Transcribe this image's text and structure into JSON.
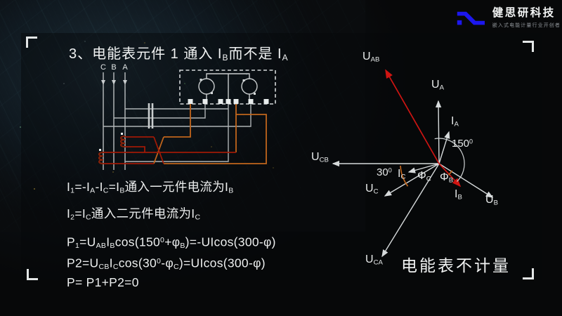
{
  "logo": {
    "name": "健思研科技",
    "tagline": "嵌入式电能计量行业开创者"
  },
  "slide": {
    "title_segments": [
      {
        "t": "3、电能表元件 1 通入 I",
        "sub": "B"
      },
      {
        "t": "而不是 I",
        "sub": "A"
      }
    ]
  },
  "circuit": {
    "phase_labels": [
      "C",
      "B",
      "A"
    ]
  },
  "phasor": {
    "labels": {
      "u_ab": [
        {
          "t": "U",
          "sub": "AB"
        }
      ],
      "u_a": [
        {
          "t": "U",
          "sub": "A"
        }
      ],
      "i_a": [
        {
          "t": "I",
          "sub": "A"
        }
      ],
      "angle_150": [
        {
          "t": "150",
          "sup": "0"
        }
      ],
      "u_cb": [
        {
          "t": "U",
          "sub": "CB"
        }
      ],
      "angle_30": [
        {
          "t": "30",
          "sup": "0"
        }
      ],
      "i_c": [
        {
          "t": "I",
          "sub": "C"
        }
      ],
      "phi_c": [
        {
          "t": "Φ",
          "sub": "C"
        }
      ],
      "phi_b": [
        {
          "t": "Φ",
          "sub": "B"
        }
      ],
      "u_c": [
        {
          "t": "U",
          "sub": "C"
        }
      ],
      "i_b": [
        {
          "t": "I",
          "sub": "B"
        }
      ],
      "u_b": [
        {
          "t": "U",
          "sub": "B"
        }
      ],
      "u_ca": [
        {
          "t": "U",
          "sub": "CA"
        }
      ]
    },
    "note": "电能表不计量"
  },
  "formulas": {
    "lines": [
      {
        "segs": [
          {
            "t": "I",
            "sub": "1"
          },
          {
            "t": "=-I",
            "sub": "A"
          },
          {
            "t": "-I",
            "sub": "C"
          },
          {
            "t": "=I",
            "sub": "B"
          },
          {
            "t": "通入一元件电流为I",
            "sub": "B"
          }
        ]
      },
      {
        "segs": [
          {
            "t": "I",
            "sub": "2"
          },
          {
            "t": "=I",
            "sub": "C"
          },
          {
            "t": "通入二元件电流为I",
            "sub": "C"
          }
        ]
      },
      {
        "segs": [
          {
            "t": "P",
            "sub": "1"
          },
          {
            "t": "=U",
            "sub": "AB"
          },
          {
            "t": "I",
            "sub": "B"
          },
          {
            "t": "cos(150",
            "sup": "0"
          },
          {
            "t": "+φ",
            "sub": "B"
          },
          {
            "t": ")=-UIcos(300-φ)"
          }
        ]
      },
      {
        "segs": [
          {
            "t": "P2=U",
            "sub": "CB"
          },
          {
            "t": "I",
            "sub": "C"
          },
          {
            "t": "cos(30",
            "sup": "0"
          },
          {
            "t": "-φ",
            "sub": "C"
          },
          {
            "t": ")=UIcos(300-φ)"
          }
        ]
      },
      {
        "segs": [
          {
            "t": "P= P1+P2=0"
          }
        ]
      }
    ]
  },
  "colors": {
    "vector_red": "#cf1512",
    "wire_orange": "#c0651c",
    "wire_red": "#a01a06",
    "vector_white": "#d6dadb",
    "logo_blue": "#1c17ee"
  }
}
